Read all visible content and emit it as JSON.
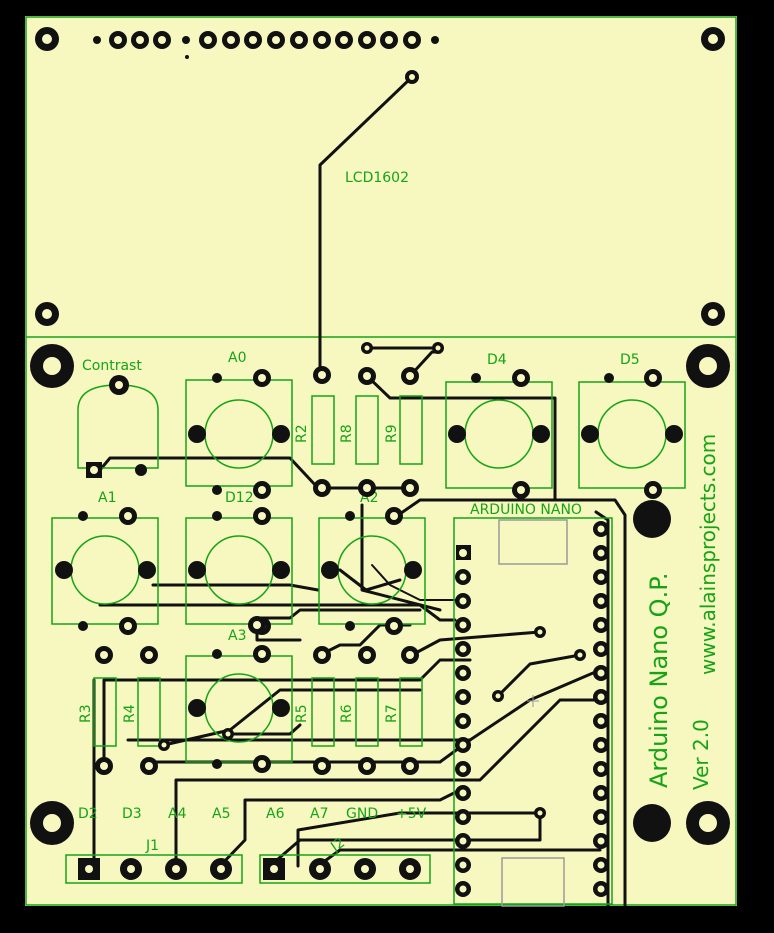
{
  "board": {
    "colors": {
      "substrate": "#f7f7c0",
      "silkscreen": "#16a416",
      "copper": "#111111",
      "outline": "#000000",
      "fab": "#9a9a9a"
    },
    "labels": {
      "lcd": "LCD1602",
      "contrast": "Contrast",
      "a0": "A0",
      "d4": "D4",
      "d5": "D5",
      "a1": "A1",
      "d12": "D12",
      "a2": "A2",
      "arduino": "ARDUINO NANO",
      "a3": "A3",
      "r2": "R2",
      "r8": "R8",
      "r9": "R9",
      "r3": "R3",
      "r4": "R4",
      "r5": "R5",
      "r6": "R6",
      "r7": "R7",
      "j1": "J1",
      "j2": "J2",
      "pin_d2": "D2",
      "pin_d3": "D3",
      "pin_a4": "A4",
      "pin_a5": "A5",
      "pin_a6": "A6",
      "pin_a7": "A7",
      "pin_gnd": "GND",
      "pin_5v": "+5V",
      "title": "Arduino Nano Q.P.",
      "version": "Ver 2.0",
      "url": "www.alainsprojects.com"
    }
  }
}
